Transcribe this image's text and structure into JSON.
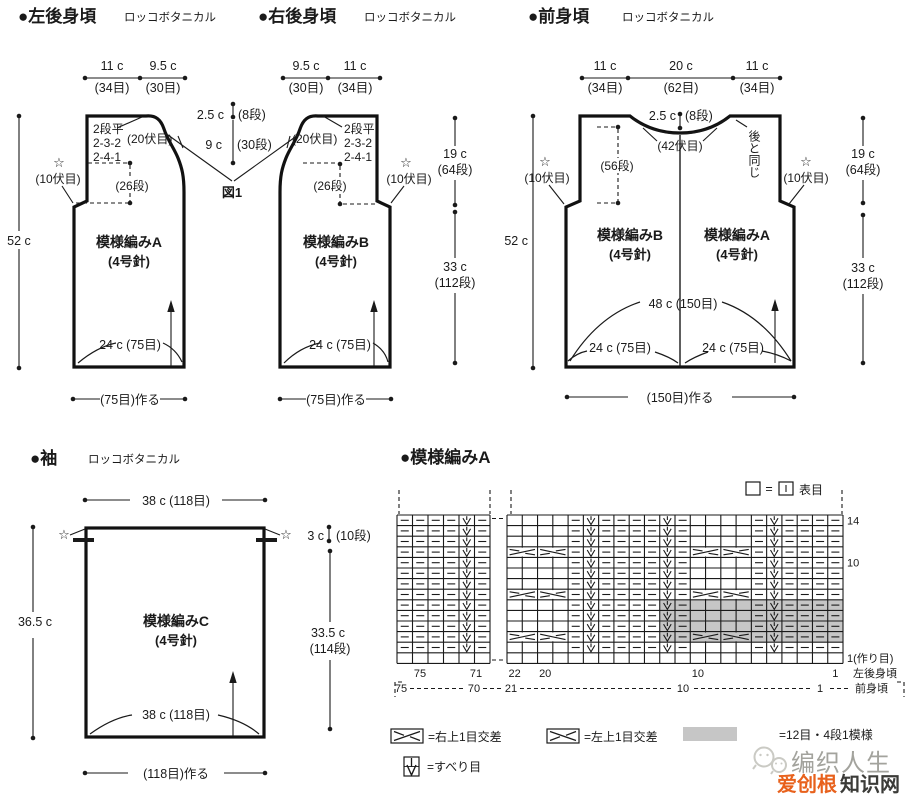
{
  "colors": {
    "ink": "#1a1a1a",
    "dash": "#7d7d7d",
    "shade": "#c6c6c6",
    "orange": "#e8611c",
    "wm_gray": "#a3a39d",
    "wm_dark": "#3b3b38",
    "wm_icon": "#cacac4"
  },
  "left_back": {
    "title": "●左後身頃",
    "yarn": "ロッコボタニカル",
    "top_w1": "11 c",
    "top_s1": "(34目)",
    "top_w2": "9.5 c",
    "top_s2": "(30目)",
    "height": "52 c",
    "sh1": "2段平",
    "sh2": "2-3-2",
    "sh3": "2-4-1",
    "sh_bo": "(20伏目)",
    "star": "☆",
    "arm_bo": "(10伏目)",
    "rows26": "(26段)",
    "pattern": "模様編みA",
    "needle": "(4号針)",
    "width": "24 c (75目)",
    "caston": "(75目)作る"
  },
  "neck": {
    "d1": "2.5 c",
    "d1r": "(8段)",
    "d2": "9 c",
    "d2r": "(30段)",
    "fig": "図1"
  },
  "right_back": {
    "title": "●右後身頃",
    "yarn": "ロッコボタニカル",
    "top_w1": "9.5 c",
    "top_s1": "(30目)",
    "top_w2": "11 c",
    "top_s2": "(34目)",
    "sh1": "2段平",
    "sh2": "2-3-2",
    "sh3": "2-4-1",
    "sh_bo": "(20伏目)",
    "star": "☆",
    "arm_bo": "(10伏目)",
    "rows26": "(26段)",
    "pattern": "模様編みB",
    "needle": "(4号針)",
    "width": "24 c (75目)",
    "caston": "(75目)作る"
  },
  "dims_mid": {
    "a1": "19 c",
    "a1r": "(64段)",
    "a2": "33 c",
    "a2r": "(112段)"
  },
  "front": {
    "title": "●前身頃",
    "yarn": "ロッコボタニカル",
    "top_w1": "11 c",
    "top_s1": "(34目)",
    "top_w2": "20 c",
    "top_s2": "(62目)",
    "top_w3": "11 c",
    "top_s3": "(34目)",
    "height": "52 c",
    "neck_d": "2.5 c",
    "neck_r": "(8段)",
    "neck_bo": "(42伏目)",
    "same": "後と同じ",
    "rows56": "(56段)",
    "star": "☆",
    "arm_bo": "(10伏目)",
    "pattern_l": "模様編みB",
    "pattern_r": "模様編みA",
    "needle": "(4号針)",
    "w_full": "48 c (150目)",
    "w_half": "24 c (75目)",
    "caston": "(150目)作る",
    "a1": "19 c",
    "a1r": "(64段)",
    "a2": "33 c",
    "a2r": "(112段)"
  },
  "sleeve": {
    "title": "●袖",
    "yarn": "ロッコボタニカル",
    "top": "38 c (118目)",
    "star": "☆",
    "cap": "3 c",
    "capr": "(10段)",
    "height": "36.5 c",
    "pattern": "模様編みC",
    "needle": "(4号針)",
    "side": "33.5 c",
    "sider": "(114段)",
    "width": "38 c (118目)",
    "caston": "(118目)作る"
  },
  "chart": {
    "title": "●模様編みA",
    "legend_knit_eq": "=",
    "legend_knit": "表目",
    "left_rows": [
      "ppppsp",
      "ppppsp",
      "ppppsp",
      "ppppsp",
      "ppppsp",
      "ppppsp",
      "ppppsp",
      "ppppsp",
      "ppppsp",
      "ppppsp",
      "ppppsp",
      "ppppsp",
      "ppppsp",
      "......"
    ],
    "right_rows": [
      "....psppppsp....pspppp",
      "....psppppsp....pspppp",
      "....psppppsp....pspppp",
      "RxLxpsppppspRxLxpspppp",
      "....psppppsp....pspppp",
      "....psppppsp....pspppp",
      "....psppppsp....pspppp",
      "RxLxpsppppspRxLxpspppp",
      "....psppppsp....pspppp",
      "....psppppsp....pspppp",
      "....psppppsp....pspppp",
      "RxLxpsppppspRxLxpspppp",
      "....psppppsp....pspppp",
      "......................"
    ],
    "shade": {
      "row_from": 3,
      "row_to": 6,
      "col_from": 11,
      "col_to": 22
    },
    "row_labels": [
      {
        "row": 14,
        "t": "14"
      },
      {
        "row": 10,
        "t": "10"
      },
      {
        "row": 1,
        "t": "1(作り目)"
      }
    ],
    "solid_left": [
      "75",
      "71"
    ],
    "solid_right": [
      "22",
      "20",
      "10",
      "1"
    ],
    "solid_tail": "左後身頃",
    "dashed_left": [
      "75",
      "70"
    ],
    "dashed_right": [
      "21",
      "10",
      "1"
    ],
    "dashed_tail": "前身頃",
    "legend": {
      "cross_r": "=右上1目交差",
      "cross_l": "=左上1目交差",
      "shade": "=12目・4段1模様",
      "slip": "=すべり目"
    }
  },
  "watermark": {
    "brand": "编织人生",
    "accent": "爱创根",
    "rest": "知识网"
  }
}
